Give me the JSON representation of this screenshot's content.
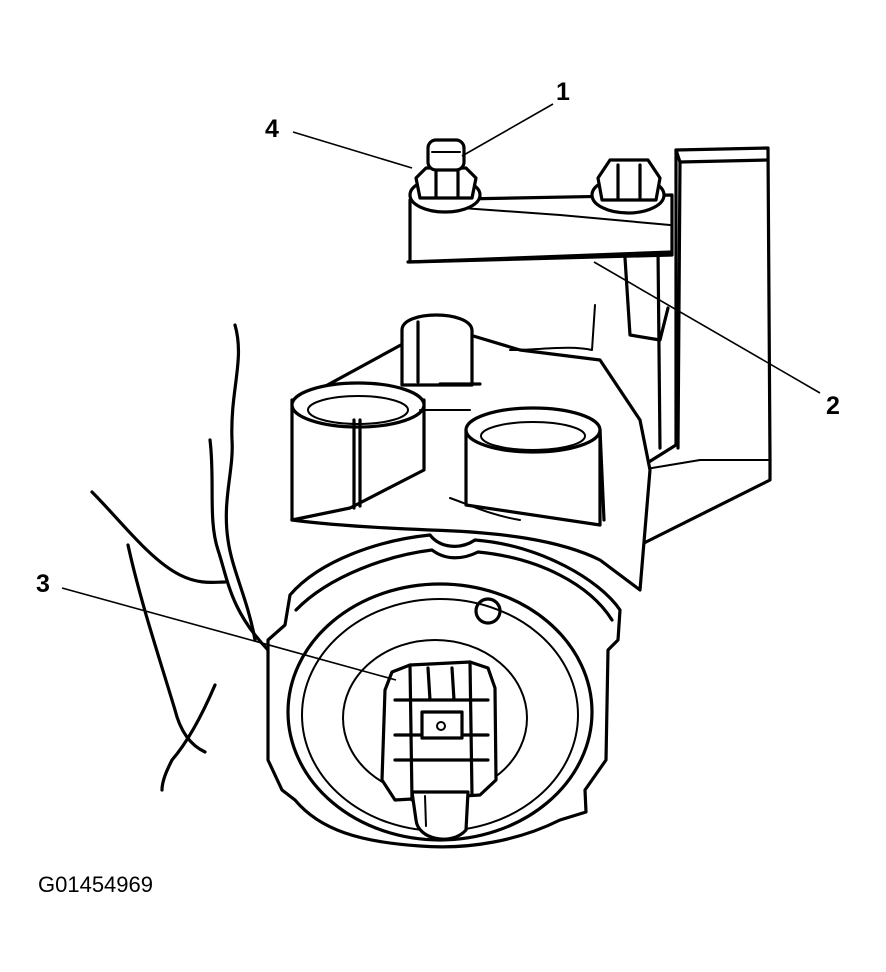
{
  "callouts": [
    {
      "id": "1",
      "text": "1"
    },
    {
      "id": "2",
      "text": "2"
    },
    {
      "id": "3",
      "text": "3"
    },
    {
      "id": "4",
      "text": "4"
    }
  ],
  "figure_id": "G01454969"
}
